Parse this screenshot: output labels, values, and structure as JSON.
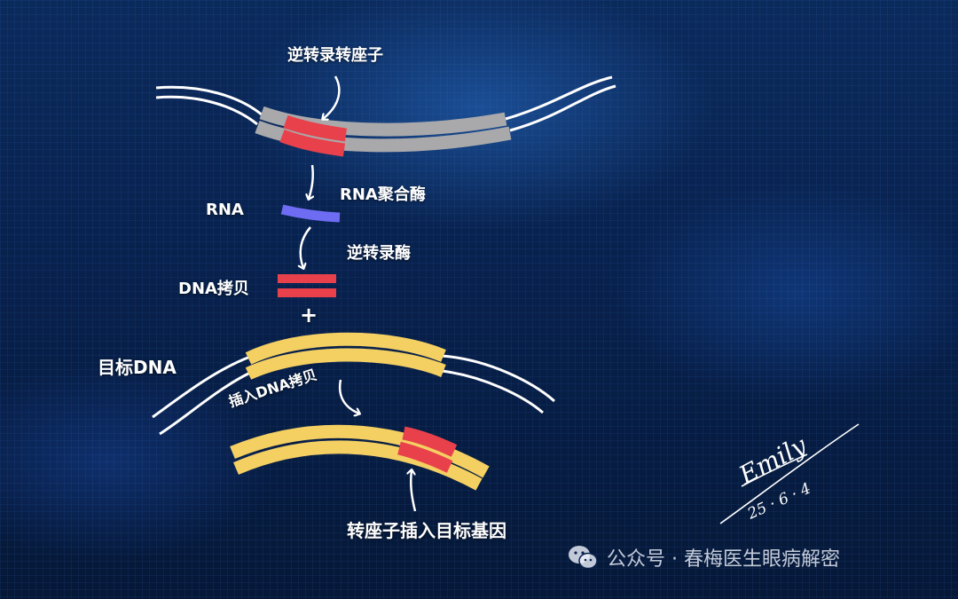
{
  "labels": {
    "retrotransposon": "逆转录转座子",
    "rna_polymerase": "RNA聚合酶",
    "rna": "RNA",
    "reverse_transcriptase": "逆转录酶",
    "dna_copy": "DNA拷贝",
    "plus": "+",
    "target_dna": "目标DNA",
    "insert_dna_copy": "插入DNA拷贝",
    "transposon_inserted": "转座子插入目标基因"
  },
  "watermark": {
    "text": "公众号 · 春梅医生眼病解密",
    "icon": "wechat-icon"
  },
  "signature": {
    "name": "Emily",
    "date": "25 · 6 · 4"
  },
  "colors": {
    "background": "#08214d",
    "gray_dna": "#a9a9ab",
    "transposon_red": "#e8414b",
    "rna_blue": "#6e6cf2",
    "target_yellow": "#f4cf62",
    "strand_white": "#ffffff"
  }
}
